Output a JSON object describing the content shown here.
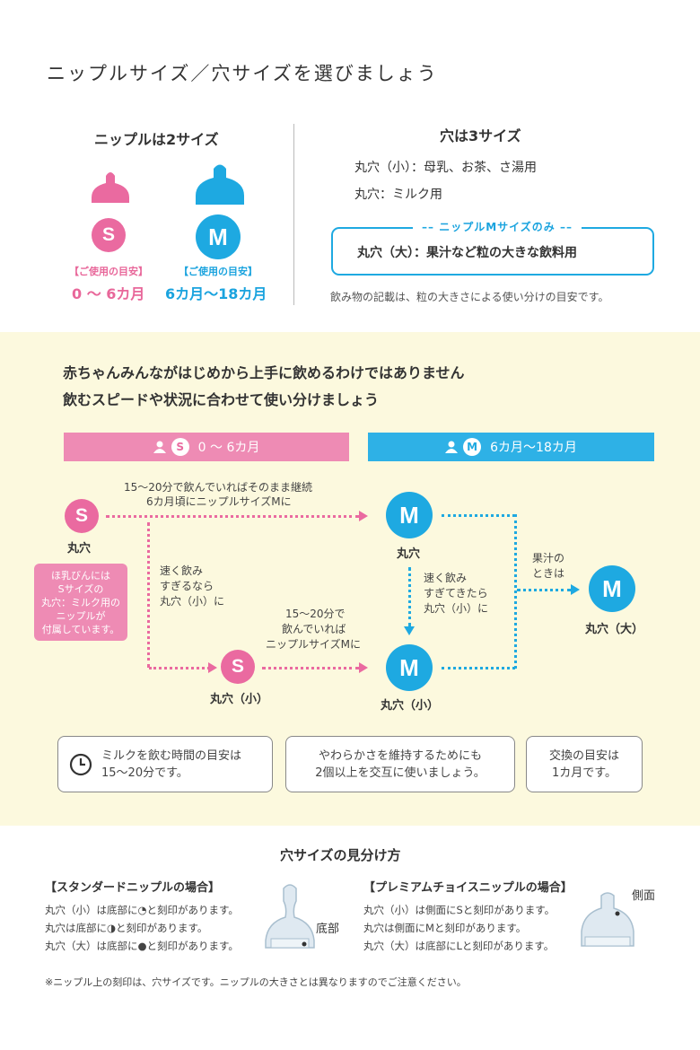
{
  "header": {
    "title": "ニップルサイズ／穴サイズを選びましょう"
  },
  "sizes": {
    "heading": "ニップルは2サイズ",
    "s": {
      "letter": "S",
      "guide": "【ご使用の目安】",
      "range": "0 ～ 6カ月"
    },
    "m": {
      "letter": "M",
      "guide": "【ご使用の目安】",
      "range": "6カ月～18カ月"
    }
  },
  "holes": {
    "heading": "穴は3サイズ",
    "line1": "丸穴（小）：母乳、お茶、さ湯用",
    "line2": "丸穴：ミルク用",
    "box_label": "ニップルMサイズのみ",
    "box_text": "丸穴（大）：果汁など粒の大きな飲料用",
    "note": "飲み物の記載は、粒の大きさによる使い分けの目安です。"
  },
  "usage": {
    "line1": "赤ちゃんみんながはじめから上手に飲めるわけではありません",
    "line2": "飲むスピードや状況に合わせて使い分けましょう",
    "band_s_letter": "S",
    "band_s_range": "0 ～ 6カ月",
    "band_m_letter": "M",
    "band_m_range": "6カ月～18カ月"
  },
  "flow": {
    "top_note_1": "15～20分で飲んでいればそのまま継続",
    "top_note_2": "6カ月頃にニップルサイズMに",
    "s_label": "丸穴",
    "m_label": "丸穴",
    "fast_s_1": "速く飲み",
    "fast_s_2": "すぎるなら",
    "fast_s_3": "丸穴（小）に",
    "box_1": "ほ乳びんには",
    "box_2": "Sサイズの",
    "box_3": "丸穴：ミルク用の",
    "box_4": "ニップルが",
    "box_5": "付属しています。",
    "mid_note_1": "15～20分で",
    "mid_note_2": "飲んでいれば",
    "mid_note_3": "ニップルサイズMに",
    "s_small_label": "丸穴（小）",
    "fast_m_1": "速く飲み",
    "fast_m_2": "すぎてきたら",
    "fast_m_3": "丸穴（小）に",
    "m_small_label": "丸穴（小）",
    "juice_1": "果汁の",
    "juice_2": "ときは",
    "m_large_label": "丸穴（大）",
    "letter_s": "S",
    "letter_m": "M"
  },
  "notes": {
    "n1_line1": "ミルクを飲む時間の目安は",
    "n1_line2": "15～20分です。",
    "n2_line1": "やわらかさを維持するためにも",
    "n2_line2": "2個以上を交互に使いましょう。",
    "n3_line1": "交換の目安は",
    "n3_line2": "1カ月です。"
  },
  "identify": {
    "heading": "穴サイズの見分け方",
    "standard_title": "【スタンダードニップルの場合】",
    "std_1": "丸穴（小）は底部に◔と刻印があります。",
    "std_2": "丸穴は底部に◑と刻印があります。",
    "std_3": "丸穴（大）は底部に●と刻印があります。",
    "bottom_label": "底部",
    "premium_title": "【プレミアムチョイスニップルの場合】",
    "pre_1": "丸穴（小）は側面にSと刻印があります。",
    "pre_2": "丸穴は側面にMと刻印があります。",
    "pre_3": "丸穴（大）は底部にLと刻印があります。",
    "side_label": "側面",
    "footnote": "※ニップル上の刻印は、穴サイズです。ニップルの大きさとは異なりますのでご注意ください。"
  },
  "colors": {
    "pink": "#ea6aa0",
    "blue": "#1ea9e1",
    "cream": "#fcf9de"
  }
}
